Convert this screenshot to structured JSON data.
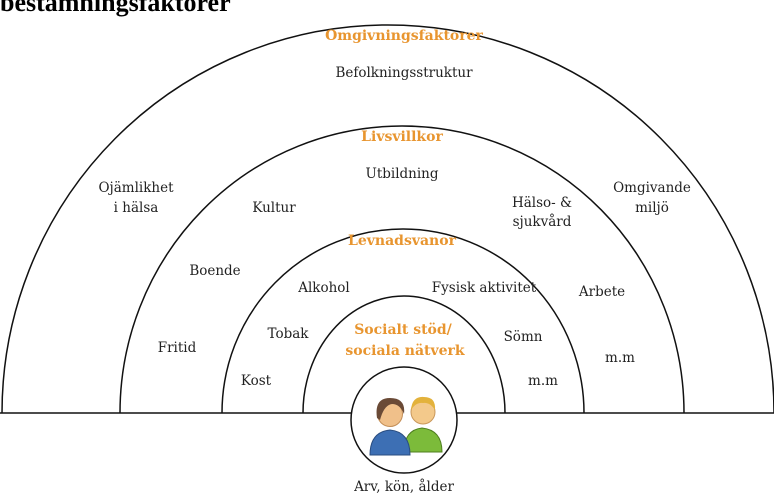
{
  "title": "bestämningsfaktorer",
  "colors": {
    "heading": "#e8952f",
    "text": "#222222",
    "line": "#111111"
  },
  "layers": {
    "outer": {
      "heading": "Omgivningsfaktorer",
      "items": [
        "Befolkningsstruktur",
        "Ojämlikhet",
        "i hälsa",
        "Omgivande",
        "miljö"
      ]
    },
    "living": {
      "heading": "Livsvillkor",
      "items": [
        "Utbildning",
        "Kultur",
        "Hälso- &",
        "sjukvård",
        "Boende",
        "Arbete",
        "Fritid",
        "m.m"
      ]
    },
    "habits": {
      "heading": "Levnadsvanor",
      "items": [
        "Alkohol",
        "Fysisk aktivitet",
        "Tobak",
        "Sömn",
        "Kost",
        "m.m"
      ]
    },
    "social": {
      "heading_line1": "Socialt stöd/",
      "heading_line2": "sociala nätverk"
    },
    "core": {
      "label": "Arv, kön, ålder",
      "icon": "people-icon"
    }
  }
}
